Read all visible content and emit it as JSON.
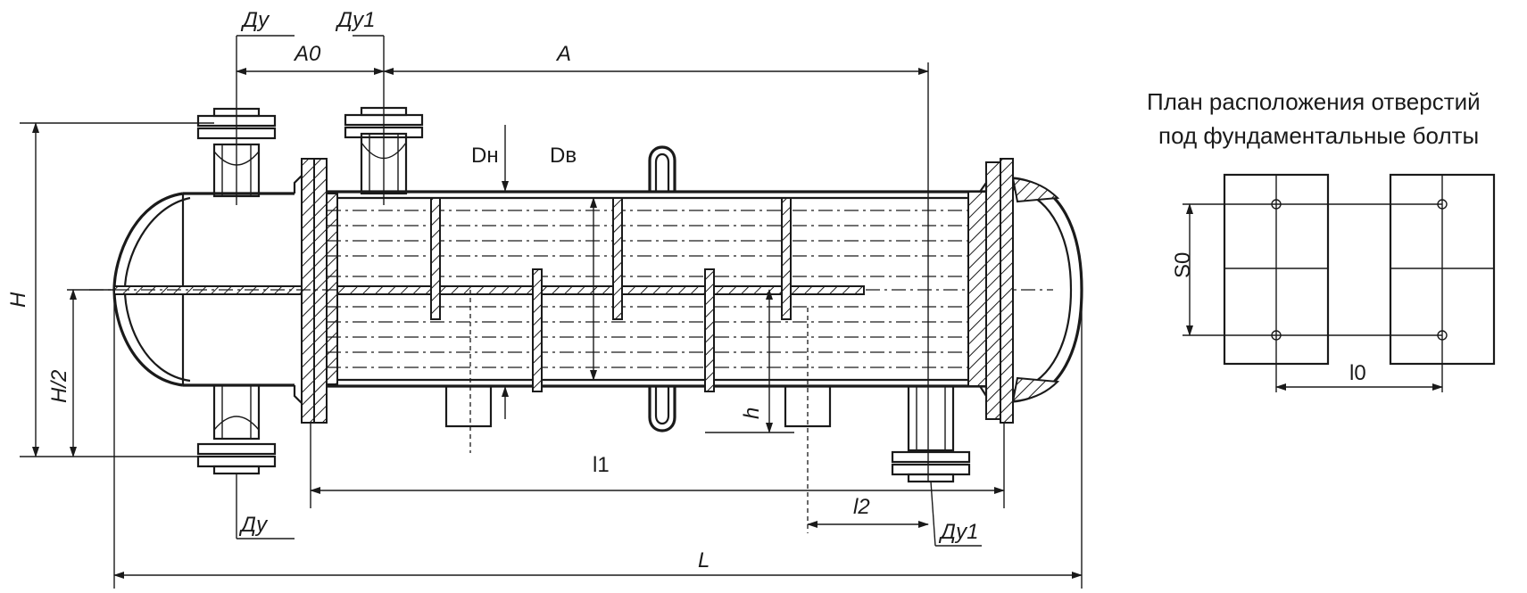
{
  "labels": {
    "du_top": "Ду",
    "du1_top": "Ду1",
    "a0": "А0",
    "a": "А",
    "dn": "Dн",
    "dv": "Dв",
    "h_big": "H",
    "h_half": "H/2",
    "h_small": "h",
    "l1": "l1",
    "l2": "l2",
    "du_bottom": "Ду",
    "du1_bottom": "Ду1",
    "l_total": "L",
    "s0": "S0",
    "l0": "l0"
  },
  "plan": {
    "title_line1": "План расположения отверстий",
    "title_line2": "под фундаментальные болты"
  }
}
